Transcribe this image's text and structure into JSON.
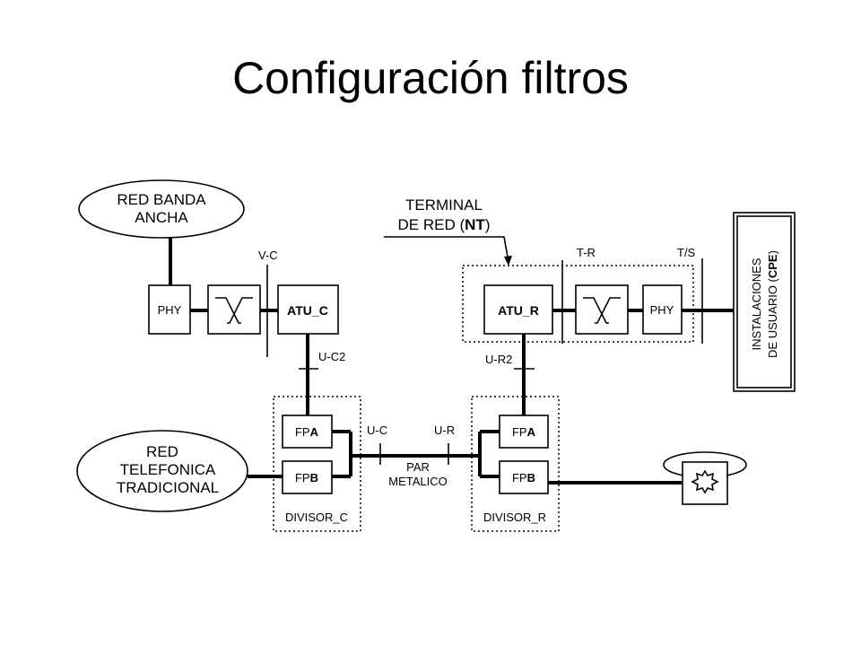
{
  "title": "Configuración filtros",
  "diagram": {
    "nodes": {
      "red_banda_ancha": [
        "RED BANDA",
        "ANCHA"
      ],
      "red_telefonica": [
        "RED",
        "TELEFONICA",
        "TRADICIONAL"
      ],
      "phy_left": "PHY",
      "atu_c": "ATU_C",
      "atu_r": "ATU_R",
      "phy_right": "PHY",
      "fpa_c": {
        "prefix": "FP",
        "letter": "A"
      },
      "fpb_c": {
        "prefix": "FP",
        "letter": "B"
      },
      "fpa_r": {
        "prefix": "FP",
        "letter": "A"
      },
      "fpb_r": {
        "prefix": "FP",
        "letter": "B"
      },
      "cpe": {
        "line1": "INSTALACIONES",
        "line2_prefix": "DE USUARIO (",
        "line2_bold": "CPE",
        "line2_suffix": ")"
      }
    },
    "groups": {
      "divisor_c": "DIVISOR_C",
      "divisor_r": "DIVISOR_R",
      "terminal": {
        "line1": "TERMINAL",
        "line2_prefix": "DE RED (",
        "line2_bold": "NT",
        "line2_suffix": ")"
      }
    },
    "interfaces": [
      "V-C",
      "U-C2",
      "U-C",
      "U-R",
      "U-R2",
      "T-R",
      "T/S"
    ],
    "line_label": [
      "PAR",
      "METALICO"
    ],
    "colors": {
      "line": "#000000",
      "background": "#ffffff"
    }
  }
}
